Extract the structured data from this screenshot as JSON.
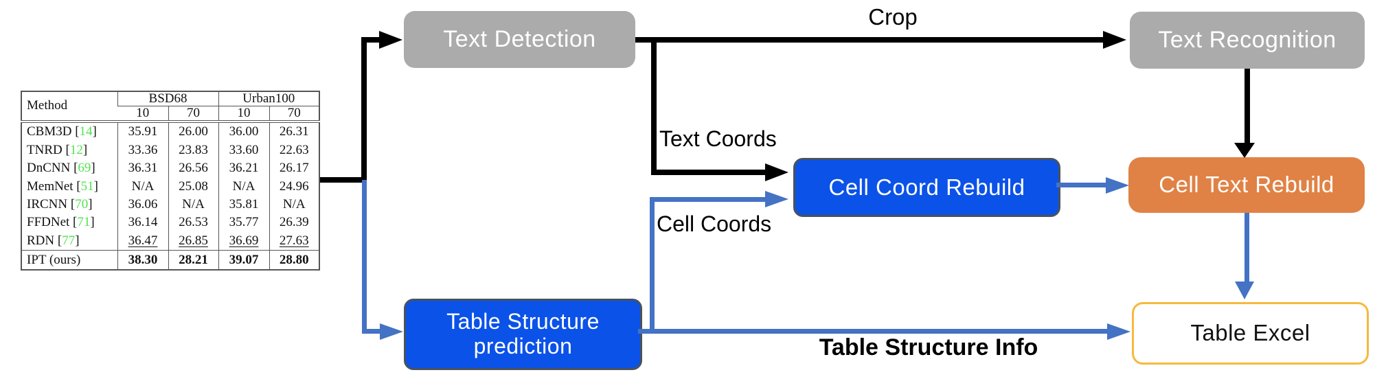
{
  "colors": {
    "box-gray": "#ababab",
    "box-blue": "#0b52e8",
    "box-blue-border": "#49525e",
    "box-orange": "#e08245",
    "excel-border": "#f7b93e",
    "arrow-blue": "#4472c4",
    "line-black": "#000000",
    "citation-green": "#4fe34f"
  },
  "boxes": {
    "text_detection": "Text Detection",
    "text_recognition": "Text Recognition",
    "cell_coord_rebuild": "Cell Coord Rebuild",
    "cell_text_rebuild": "Cell Text Rebuild",
    "table_structure_prediction_line1": "Table Structure",
    "table_structure_prediction_line2": "prediction",
    "table_excel": "Table Excel"
  },
  "labels": {
    "crop": "Crop",
    "text_coords": "Text Coords",
    "cell_coords": "Cell Coords",
    "table_structure_info": "Table Structure Info"
  },
  "table": {
    "method_header": "Method",
    "groups": [
      "BSD68",
      "Urban100"
    ],
    "sub_headers": [
      "10",
      "70",
      "10",
      "70"
    ],
    "rows": [
      {
        "method": "CBM3D",
        "cite": "14",
        "values": [
          "35.91",
          "26.00",
          "36.00",
          "26.31"
        ],
        "emphasis": "none"
      },
      {
        "method": "TNRD",
        "cite": "12",
        "values": [
          "33.36",
          "23.83",
          "33.60",
          "22.63"
        ],
        "emphasis": "none"
      },
      {
        "method": "DnCNN",
        "cite": "69",
        "values": [
          "36.31",
          "26.56",
          "36.21",
          "26.17"
        ],
        "emphasis": "none"
      },
      {
        "method": "MemNet",
        "cite": "51",
        "values": [
          "N/A",
          "25.08",
          "N/A",
          "24.96"
        ],
        "emphasis": "none"
      },
      {
        "method": "IRCNN",
        "cite": "70",
        "values": [
          "36.06",
          "N/A",
          "35.81",
          "N/A"
        ],
        "emphasis": "none"
      },
      {
        "method": "FFDNet",
        "cite": "71",
        "values": [
          "36.14",
          "26.53",
          "35.77",
          "26.39"
        ],
        "emphasis": "none"
      },
      {
        "method": "RDN",
        "cite": "77",
        "values": [
          "36.47",
          "26.85",
          "36.69",
          "27.63"
        ],
        "emphasis": "underline"
      },
      {
        "method": "IPT (ours)",
        "cite": null,
        "values": [
          "38.30",
          "28.21",
          "39.07",
          "28.80"
        ],
        "emphasis": "bold",
        "separator_above": true
      }
    ]
  }
}
